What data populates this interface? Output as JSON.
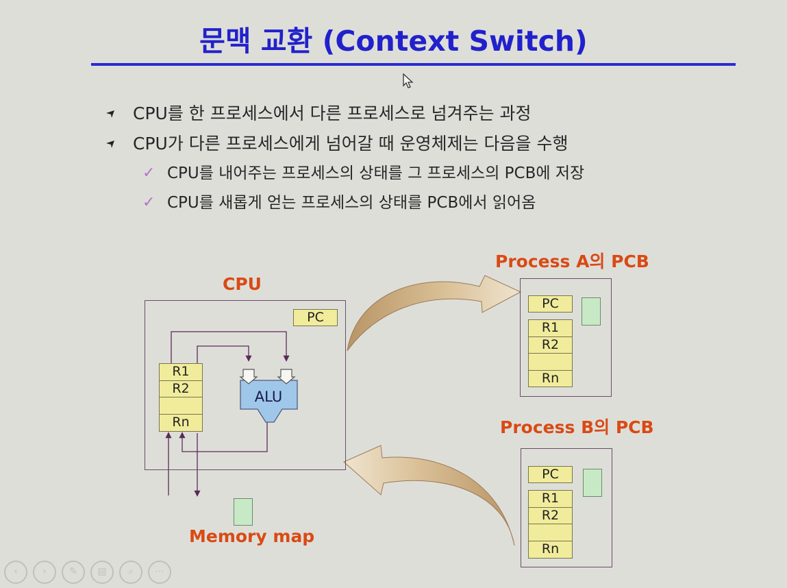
{
  "slide": {
    "title": "문맥 교환 (Context Switch)",
    "bullets": [
      {
        "text": "CPU를 한 프로세스에서 다른 프로세스로 넘겨주는 과정"
      },
      {
        "text": "CPU가 다른 프로세스에게 넘어갈 때 운영체제는 다음을 수행"
      }
    ],
    "sub_bullets": [
      {
        "text": "CPU를 내어주는 프로세스의 상태를 그 프로세스의 PCB에 저장"
      },
      {
        "text": "CPU를 새롭게 얻는 프로세스의 상태를 PCB에서 읽어옴"
      }
    ]
  },
  "diagram": {
    "cpu_label": "CPU",
    "pc_label": "PC",
    "alu_label": "ALU",
    "registers": [
      "R1",
      "R2",
      "",
      "Rn"
    ],
    "memory_label": "Memory map",
    "pcb_a": {
      "label": "Process A의 PCB",
      "pc": "PC",
      "registers": [
        "R1",
        "R2",
        "",
        "Rn"
      ]
    },
    "pcb_b": {
      "label": "Process B의 PCB",
      "pc": "PC",
      "registers": [
        "R1",
        "R2",
        "",
        "Rn"
      ]
    },
    "colors": {
      "register_fill": "#f1ec9c",
      "alu_fill": "#9fc7ea",
      "label_color": "#d94a14",
      "title_color": "#2121cc",
      "arrow_fill": "#c9a77a",
      "memory_fill": "#c8e9c5"
    }
  },
  "icons": {
    "bullet": "arrow-bullet-icon",
    "sub_bullet": "checkmark-icon",
    "cursor": "mouse-cursor-icon",
    "nav": [
      "prev-icon",
      "next-icon",
      "pen-icon",
      "slides-icon",
      "zoom-icon",
      "more-icon"
    ]
  }
}
